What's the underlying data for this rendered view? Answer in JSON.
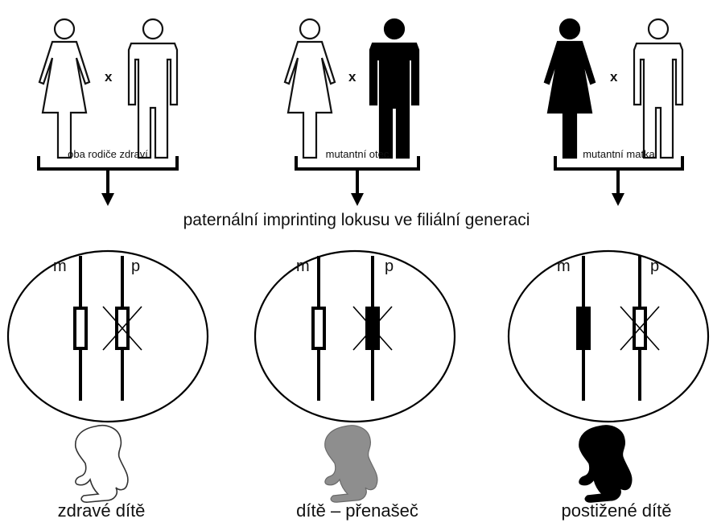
{
  "subtitle": "paternální imprinting lokusu ve filiální generaci",
  "panels": [
    {
      "parents_label": "oba rodiče zdraví",
      "cross": "x",
      "mother_affected": false,
      "father_affected": false,
      "maternal_label": "m",
      "paternal_label": "p",
      "maternal_allele_mutant": false,
      "paternal_allele_mutant": false,
      "paternal_imprinted": true,
      "child_status": "healthy",
      "child_label": "zdravé dítě"
    },
    {
      "parents_label": "mutantní otec",
      "cross": "x",
      "mother_affected": false,
      "father_affected": true,
      "maternal_label": "m",
      "paternal_label": "p",
      "maternal_allele_mutant": false,
      "paternal_allele_mutant": true,
      "paternal_imprinted": true,
      "child_status": "carrier",
      "child_label": "dítě – přenašeč"
    },
    {
      "parents_label": "mutantní matka",
      "cross": "x",
      "mother_affected": true,
      "father_affected": false,
      "maternal_label": "m",
      "paternal_label": "p",
      "maternal_allele_mutant": true,
      "paternal_allele_mutant": false,
      "paternal_imprinted": true,
      "child_status": "affected",
      "child_label": "postižené dítě"
    }
  ],
  "colors": {
    "affected": "#000000",
    "healthy_fill": "#ffffff",
    "carrier": "#8e8e8e",
    "outline": "#111111"
  },
  "icons": [
    "female-figure-icon",
    "male-figure-icon",
    "fetus-icon",
    "arrow-down-icon",
    "cross-mark-icon"
  ]
}
